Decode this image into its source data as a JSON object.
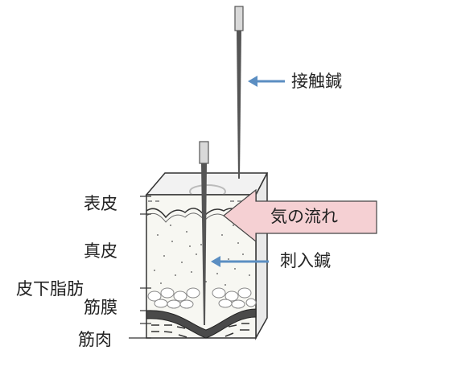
{
  "labels": {
    "contact_needle": "接触鍼",
    "qi_flow": "気の流れ",
    "insertion_needle": "刺入鍼"
  },
  "layers": {
    "epidermis": "表皮",
    "dermis": "真皮",
    "subcutaneous_fat": "皮下脂肪",
    "fascia": "筋膜",
    "muscle": "筋肉"
  },
  "colors": {
    "arrow_blue": "#5b8ec2",
    "flow_arrow_fill": "#f5d0d3",
    "flow_arrow_stroke": "#444444",
    "outline": "#333333",
    "dermis_fill": "#f7f7f2",
    "fat_fill": "#ffffff",
    "needle_metal": "#555555",
    "needle_handle": "#d9d9d9"
  },
  "icons": {
    "contact_pointer": "arrow-left-icon",
    "insertion_pointer": "arrow-left-icon",
    "qi_flow_pointer": "block-arrow-left-icon"
  }
}
